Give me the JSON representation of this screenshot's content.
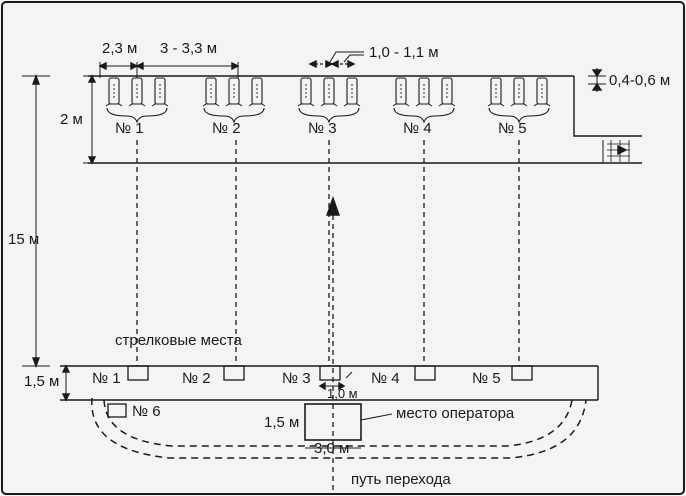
{
  "dimensions": {
    "target_spacing": "2,3 м",
    "group_spacing": "3 - 3,3 м",
    "target_width": "1,0 - 1,1 м",
    "gap_height": "0,4-0,6 м",
    "target_zone_depth": "2 м",
    "range_length": "15 м",
    "firing_line_depth": "1,5 м",
    "firing_pos_width": "1,0 м",
    "operator_box_height": "1,5 м",
    "operator_box_width": "3,0 м"
  },
  "targets": [
    "№ 1",
    "№ 2",
    "№ 3",
    "№ 4",
    "№ 5"
  ],
  "firing_positions": [
    "№ 1",
    "№ 2",
    "№ 3",
    "№ 4",
    "№ 5"
  ],
  "extra_position": "№ 6",
  "labels": {
    "firing_positions": "стрелковые места",
    "operator_place": "место оператора",
    "crossing_path": "путь перехода"
  },
  "colors": {
    "ink": "#1a1a1a",
    "paper": "#f4f4f2"
  }
}
